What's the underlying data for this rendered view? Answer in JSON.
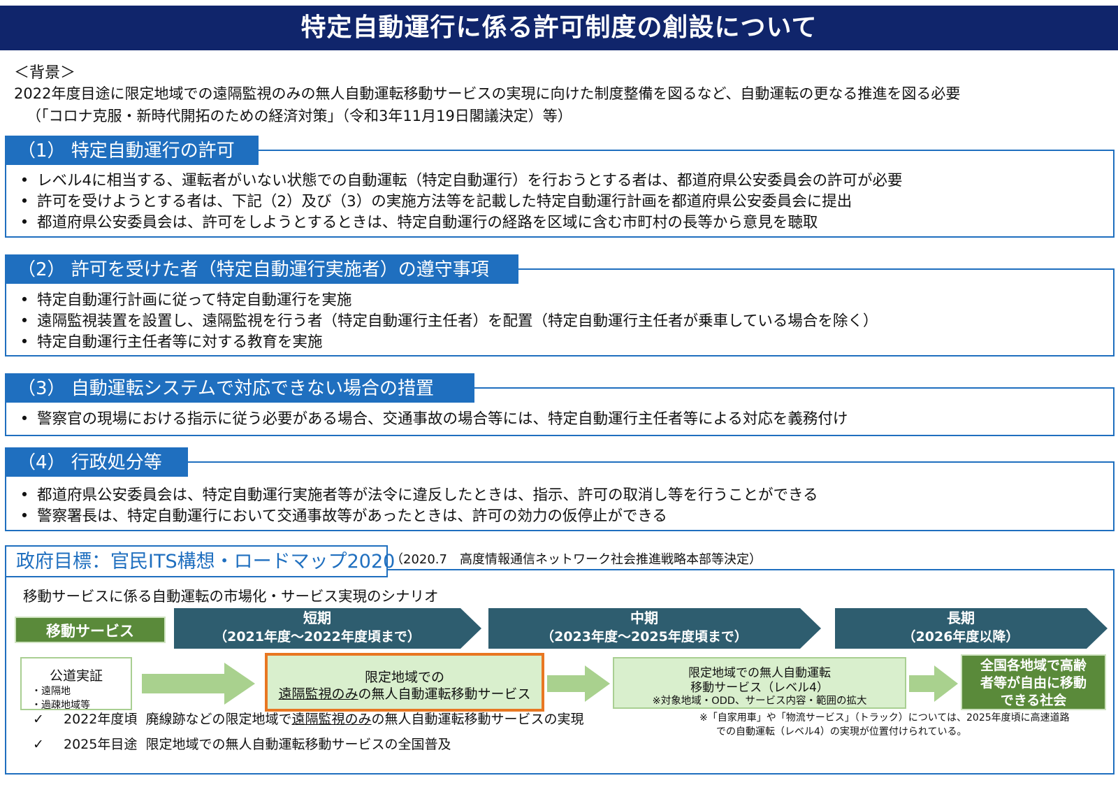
{
  "title": "特定自動運行に係る許可制度の創設について",
  "background": {
    "heading": "＜背景＞",
    "line1": "2022年度目途に限定地域での遠隔監視のみの無人自動運転移動サービスの実現に向けた制度整備を図るなど、自動運転の更なる推進を図る必要",
    "line2": "（「コロナ克服・新時代開拓のための経済対策」（令和3年11月19日閣議決定）等）"
  },
  "sections": [
    {
      "title": "（1） 特定自動運行の許可",
      "bullets": [
        "レベル4に相当する、運転者がいない状態での自動運転（特定自動運行）を行おうとする者は、都道府県公安委員会の許可が必要",
        "許可を受けようとする者は、下記（2）及び（3）の実施方法等を記載した特定自動運行計画を都道府県公安委員会に提出",
        "都道府県公安委員会は、許可をしようとするときは、特定自動運行の経路を区域に含む市町村の長等から意見を聴取"
      ]
    },
    {
      "title": "（2） 許可を受けた者（特定自動運行実施者）の遵守事項",
      "bullets": [
        "特定自動運行計画に従って特定自動運行を実施",
        "遠隔監視装置を設置し、遠隔監視を行う者（特定自動運行主任者）を配置（特定自動運行主任者が乗車している場合を除く）",
        "特定自動運行主任者等に対する教育を実施"
      ]
    },
    {
      "title": "（3） 自動運転システムで対応できない場合の措置",
      "bullets": [
        "警察官の現場における指示に従う必要がある場合、交通事故の場合等には、特定自動運行主任者等による対応を義務付け"
      ]
    },
    {
      "title": "（4） 行政処分等",
      "bullets": [
        "都道府県公安委員会は、特定自動運行実施者等が法令に違反したときは、指示、許可の取消し等を行うことができる",
        "警察署長は、特定自動運行において交通事故等があったときは、許可の効力の仮停止ができる"
      ]
    }
  ],
  "bullet_char": "•",
  "roadmap": {
    "title": "政府目標：官民ITS構想・ロードマップ2020",
    "note": "（2020.7　高度情報通信ネットワーク社会推進戦略本部等決定）",
    "scenario": "移動サービスに係る自動運転の市場化・サービス実現のシナリオ",
    "service_label": "移動サービス",
    "phases": [
      {
        "title": "短期",
        "period": "（2021年度～2022年度頃まで）"
      },
      {
        "title": "中期",
        "period": "（2023年度～2025年度頃まで）"
      },
      {
        "title": "長期",
        "period": "（2026年度以降）"
      }
    ],
    "public_demo": {
      "title": "公道実証",
      "items": [
        "・遠隔地",
        "・過疎地域等"
      ]
    },
    "short_box": {
      "line1": "限定地域での",
      "line2_underlined": "遠隔監視のみ",
      "line2_rest": "の無人自動運転移動サービス"
    },
    "mid_box": {
      "line1": "限定地域での無人自動運転",
      "line2": "移動サービス（レベル4）",
      "line3": "※対象地域・ODD、サービス内容・範囲の拡大"
    },
    "long_box": {
      "line1": "全国各地域で高齢",
      "line2": "者等が自由に移動",
      "line3": "できる社会"
    },
    "goals": [
      {
        "check": "✓",
        "year": "2022年度頃",
        "pre": "廃線跡などの限定地域で",
        "underlined": "遠隔監視のみ",
        "post": "の無人自動運転移動サービスの実現"
      },
      {
        "check": "✓",
        "year": "2025年目途",
        "pre": "限定地域での無人自動運転移動サービスの全国普及",
        "underlined": "",
        "post": ""
      }
    ],
    "footnote_line1": "※「自家用車」や「物流サービス」（トラック）については、2025年度頃に高速道路",
    "footnote_line2": "での自動運転（レベル4）の実現が位置付けられている。"
  },
  "colors": {
    "navy": "#10256b",
    "blue": "#1f6fbf",
    "teal": "#2e5d6f",
    "green_dark": "#5a8a3a",
    "green_light": "#d9efcd",
    "arrow_green": "#a9d18e",
    "orange": "#e87722"
  }
}
